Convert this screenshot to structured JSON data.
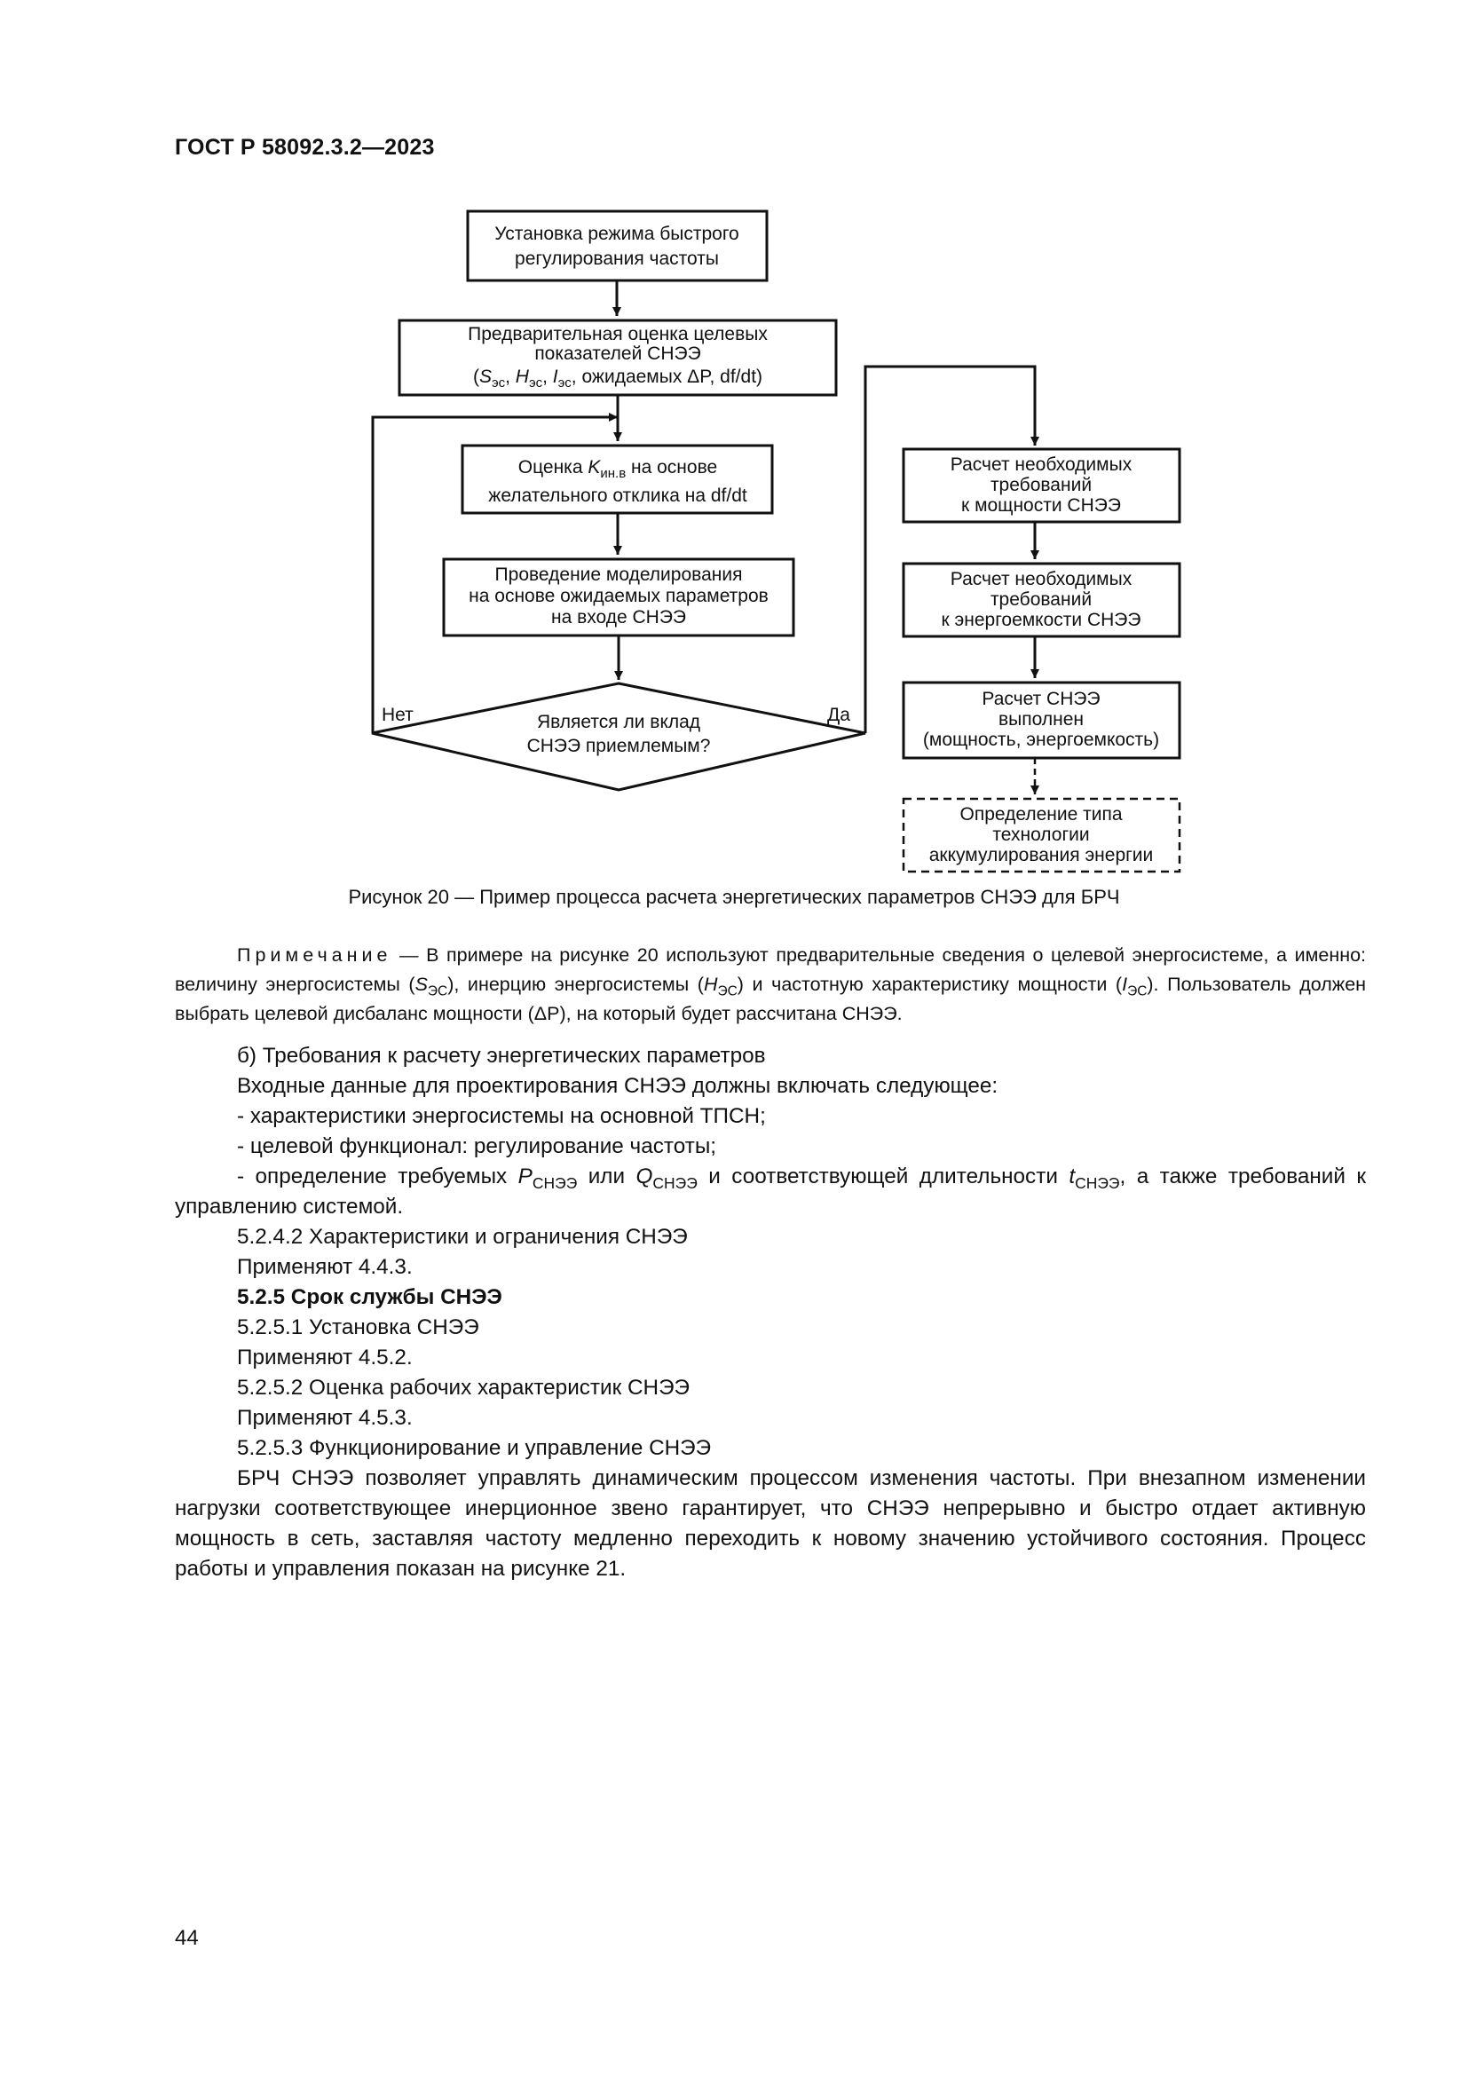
{
  "header": {
    "doc_id": "ГОСТ Р 58092.3.2—2023"
  },
  "figure": {
    "boxes": {
      "setup": [
        "Установка режима быстрого",
        "регулирования частоты"
      ],
      "prelim": [
        "Предварительная оценка целевых",
        "показателей СНЭЭ"
      ],
      "prelim_params": {
        "open": "(",
        "S": "S",
        "eс1": "эс",
        "sep1": ", ",
        "H": "H",
        "eс2": "эс",
        "sep2": ", ",
        "I": "I",
        "eс3": "эс",
        "tail": ", ожидаемых ΔP, df/dt)"
      },
      "kin": {
        "a": "Оценка ",
        "K": "K",
        "sub": "ин.в",
        "b": " на основе",
        "line2": "желательного отклика на df/dt"
      },
      "model": [
        "Проведение моделирования",
        "на основе ожидаемых параметров",
        "на входе СНЭЭ"
      ],
      "decision": [
        "Является ли вклад",
        "СНЭЭ приемлемым?"
      ],
      "no": "Нет",
      "yes": "Да",
      "power": [
        "Расчет необходимых",
        "требований",
        "к мощности СНЭЭ"
      ],
      "energy": [
        "Расчет необходимых",
        "требований",
        "к энергоемкости СНЭЭ"
      ],
      "done": [
        "Расчет СНЭЭ",
        "выполнен",
        "(мощность, энергоемкость)"
      ],
      "tech": [
        "Определение типа",
        "технологии",
        "аккумулирования энергии"
      ]
    },
    "caption": "Рисунок 20 — Пример процесса расчета энергетических параметров СНЭЭ для БРЧ"
  },
  "note": {
    "label": "Примечание",
    "t1": " — В примере на рисунке 20 используют предварительные сведения о целевой энергоси­стеме, а именно: величину энергосистемы (",
    "S": "S",
    "sub_S": "ЭС",
    "t2": "), инерцию энергосистемы (",
    "H": "H",
    "sub_H": "ЭС",
    "t3": ") и частотную характеристику мощ­ности (",
    "I": "I",
    "sub_I": "ЭС",
    "t4": "). Пользователь должен выбрать целевой дисбаланс мощности (ΔP), на который будет рассчитана СНЭЭ."
  },
  "body": {
    "p1": "б) Требования к расчету энергетических параметров",
    "p2": "Входные данные для проектирования СНЭЭ должны включать следующее:",
    "p3": "- характеристики энергосистемы на основной ТПСН;",
    "p4": "- целевой функционал: регулирование частоты;",
    "p5": {
      "a": "- определение требуемых ",
      "P": "P",
      "sub1": "СНЭЭ",
      "b": " или ",
      "Q": "Q",
      "sub2": "СНЭЭ",
      "c": " и соответствующей длительности ",
      "t": "t",
      "sub3": "СНЭЭ",
      "d": ", а также тре­бований к управлению системой."
    },
    "p6": "5.2.4.2 Характеристики и ограничения СНЭЭ",
    "p7": "Применяют 4.4.3.",
    "p8": "5.2.5 Срок службы СНЭЭ",
    "p9": "5.2.5.1 Установка СНЭЭ",
    "p10": "Применяют 4.5.2.",
    "p11": "5.2.5.2 Оценка рабочих характеристик СНЭЭ",
    "p12": "Применяют 4.5.3.",
    "p13": "5.2.5.3 Функционирование и управление СНЭЭ",
    "p14": "БРЧ СНЭЭ позволяет управлять динамическим процессом изменения частоты. При внезапном изменении нагрузки соответствующее инерционное звено гарантирует, что СНЭЭ непрерывно и быстро отдает активную мощность в сеть, заставляя частоту медленно переходить к новому значению устойчи­вого состояния. Процесс работы и управления показан на рисунке 21."
  },
  "page_number": "44"
}
